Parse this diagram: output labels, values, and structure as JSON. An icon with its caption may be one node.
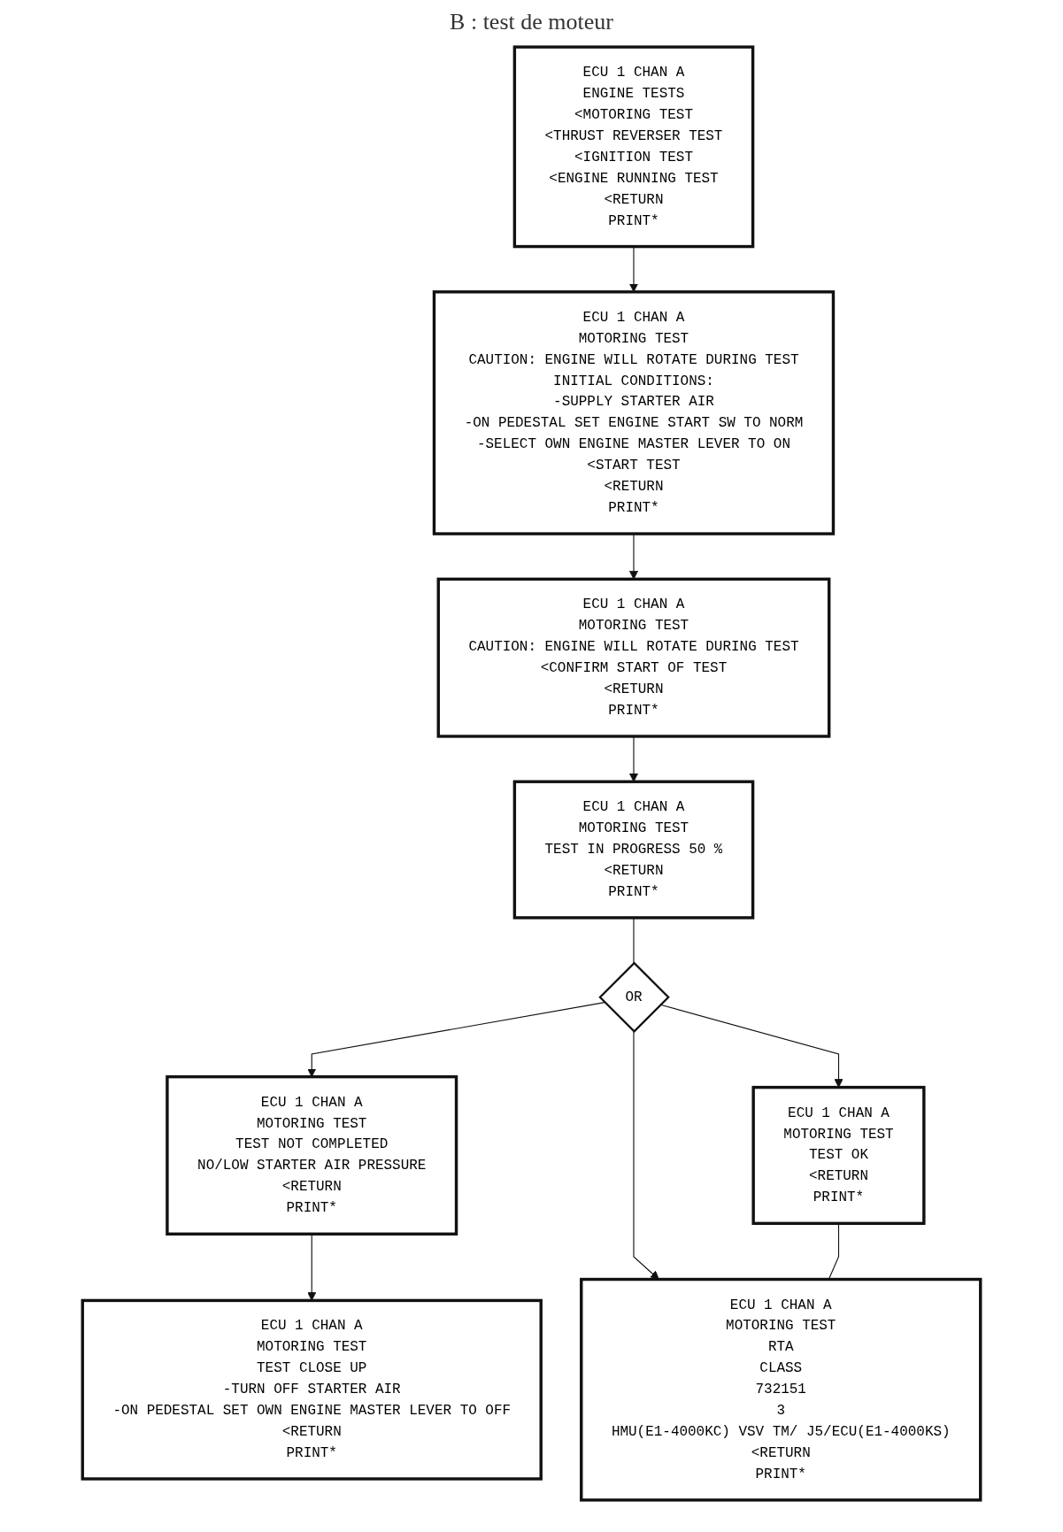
{
  "diagram": {
    "title": "B : test de moteur",
    "nodes": [
      {
        "text": [
          "ECU 1 CHAN A",
          "MOTORING TEST",
          "TEST OK",
          "<RETURN",
          "PRINT*"
        ]
      },
      {
        "text": [
          "ECU 1 CHAN A",
          "ENGINE TESTS",
          "<MOTORING TEST",
          "<THRUST REVERSER TEST",
          "<IGNITION TEST",
          "<ENGINE RUNNING TEST",
          "<RETURN",
          "PRINT*"
        ]
      },
      {
        "text": [
          "ECU 1 CHAN A",
          "MOTORING TEST",
          "TEST NOT COMPLETED",
          "NO/LOW STARTER AIR PRESSURE",
          "<RETURN",
          "PRINT*"
        ]
      },
      {
        "text": [
          "ECU 1 CHAN A",
          "MOTORING TEST",
          "CAUTION: ENGINE WILL ROTATE DURING TEST",
          "INITIAL CONDITIONS:",
          "-SUPPLY STARTER AIR",
          "-ON PEDESTAL SET ENGINE START SW TO NORM",
          "-SELECT OWN ENGINE MASTER LEVER TO ON",
          "<START TEST",
          "<RETURN",
          "PRINT*"
        ]
      },
      {
        "text": [
          "OR"
        ]
      },
      {
        "text": [
          "ECU 1 CHAN A",
          "MOTORING TEST",
          "RTA",
          "CLASS",
          "732151",
          "3",
          "HMU(E1-4000KC) VSV TM/ J5/ECU(E1-4000KS)",
          "<RETURN",
          "PRINT*"
        ]
      },
      {
        "text": [
          "ECU 1 CHAN A",
          "MOTORING TEST",
          "CAUTION: ENGINE WILL ROTATE DURING TEST",
          "<CONFIRM START OF TEST",
          "<RETURN",
          "PRINT*"
        ]
      },
      {
        "text": [
          "ECU 1 CHAN A",
          "MOTORING TEST",
          "TEST CLOSE UP",
          "-TURN OFF STARTER AIR",
          "-ON PEDESTAL SET OWN ENGINE MASTER LEVER TO OFF",
          "<RETURN",
          "PRINT*"
        ]
      },
      {
        "text": [
          "ECU 1 CHAN A",
          "MOTORING TEST",
          "TEST IN PROGRESS 50 %",
          "<RETURN",
          "PRINT*"
        ]
      }
    ],
    "edges": [
      {
        "from": 1,
        "to": 3,
        "arrow": "to"
      },
      {
        "from": 3,
        "to": 6,
        "arrow": "to"
      },
      {
        "from": 6,
        "to": 8,
        "arrow": "to"
      },
      {
        "from": 8,
        "to": 4,
        "arrow": "none"
      },
      {
        "from": 4,
        "to": 2,
        "arrow": "to"
      },
      {
        "from": 4,
        "to": 5,
        "arrow": "to"
      },
      {
        "from": 4,
        "to": 0,
        "arrow": "to"
      },
      {
        "from": 2,
        "to": 7,
        "arrow": "to"
      },
      {
        "from": 0,
        "to": 5,
        "arrow": "none"
      }
    ]
  }
}
